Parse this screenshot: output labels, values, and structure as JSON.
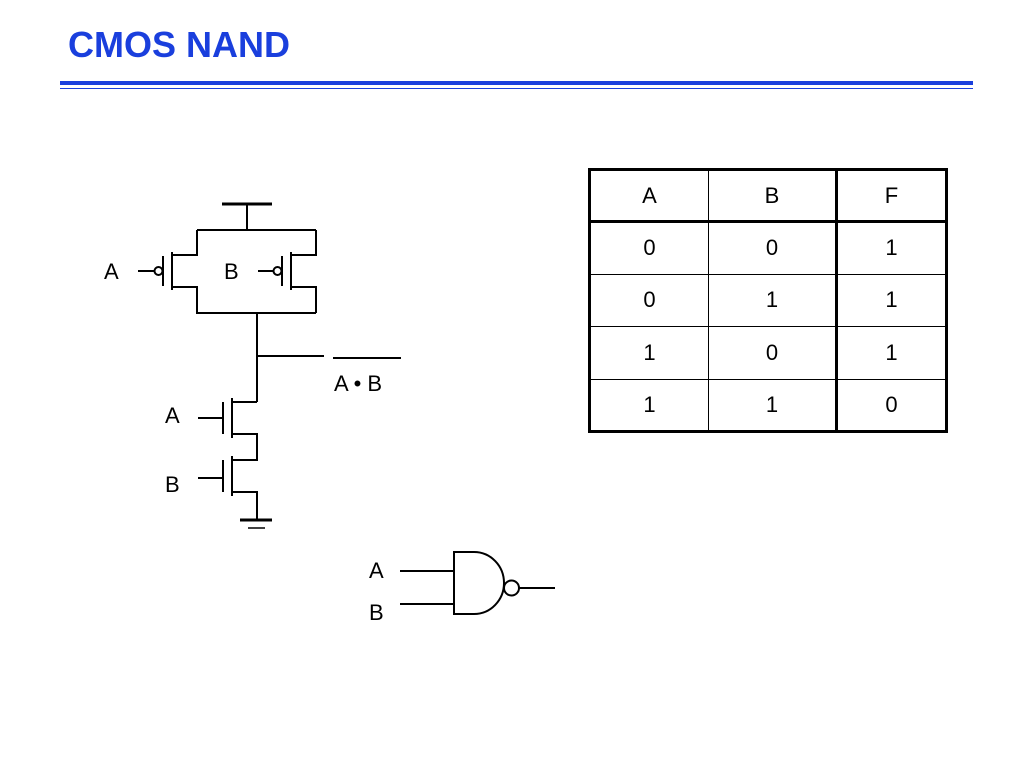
{
  "slide": {
    "title": "CMOS NAND",
    "accent_color": "#1a3fdd"
  },
  "schematic": {
    "pmos_labels": [
      "A",
      "B"
    ],
    "nmos_labels": [
      "A",
      "B"
    ],
    "output_expression": "A • B",
    "output_overbar": true
  },
  "gate_symbol": {
    "type": "NAND",
    "input_labels": [
      "A",
      "B"
    ]
  },
  "truth_table": {
    "headers": [
      "A",
      "B",
      "F"
    ],
    "rows": [
      [
        "0",
        "0",
        "1"
      ],
      [
        "0",
        "1",
        "1"
      ],
      [
        "1",
        "0",
        "1"
      ],
      [
        "1",
        "1",
        "0"
      ]
    ]
  }
}
